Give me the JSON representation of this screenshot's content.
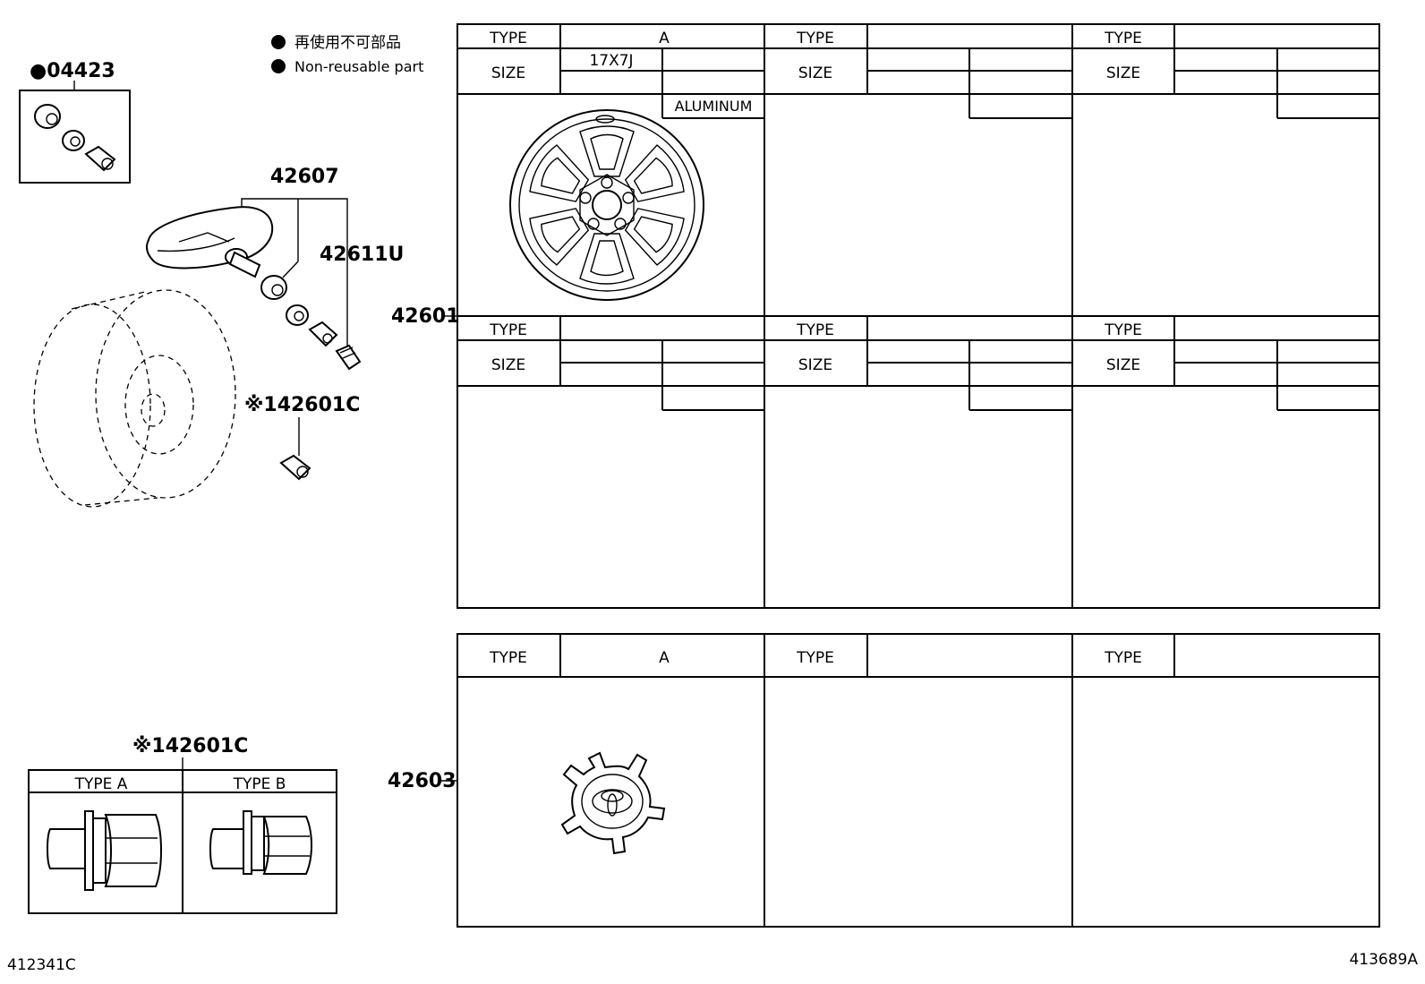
{
  "legend": {
    "jp": "再使用不可部品",
    "en": "Non-reusable part"
  },
  "parts": {
    "p04423": "●04423",
    "p42607": "42607",
    "p42611u": "42611U",
    "p42601c_upper": "※142601C",
    "p42601": "42601",
    "p42603": "42603",
    "p42601c_lower": "※142601C"
  },
  "nut_table": {
    "type_a": "TYPE A",
    "type_b": "TYPE B"
  },
  "wheel_table": {
    "type_label": "TYPE",
    "size_label": "SIZE",
    "cell1_type": "A",
    "cell1_size": "17X7J",
    "cell1_material": "ALUMINUM"
  },
  "cap_table": {
    "type_label": "TYPE",
    "cell1_type": "A"
  },
  "codes": {
    "left": "412341C",
    "right": "413689A"
  },
  "icons": {
    "bullet": "filled-circle-icon",
    "wheel": "alloy-wheel-icon",
    "cap": "toyota-center-cap-icon"
  }
}
